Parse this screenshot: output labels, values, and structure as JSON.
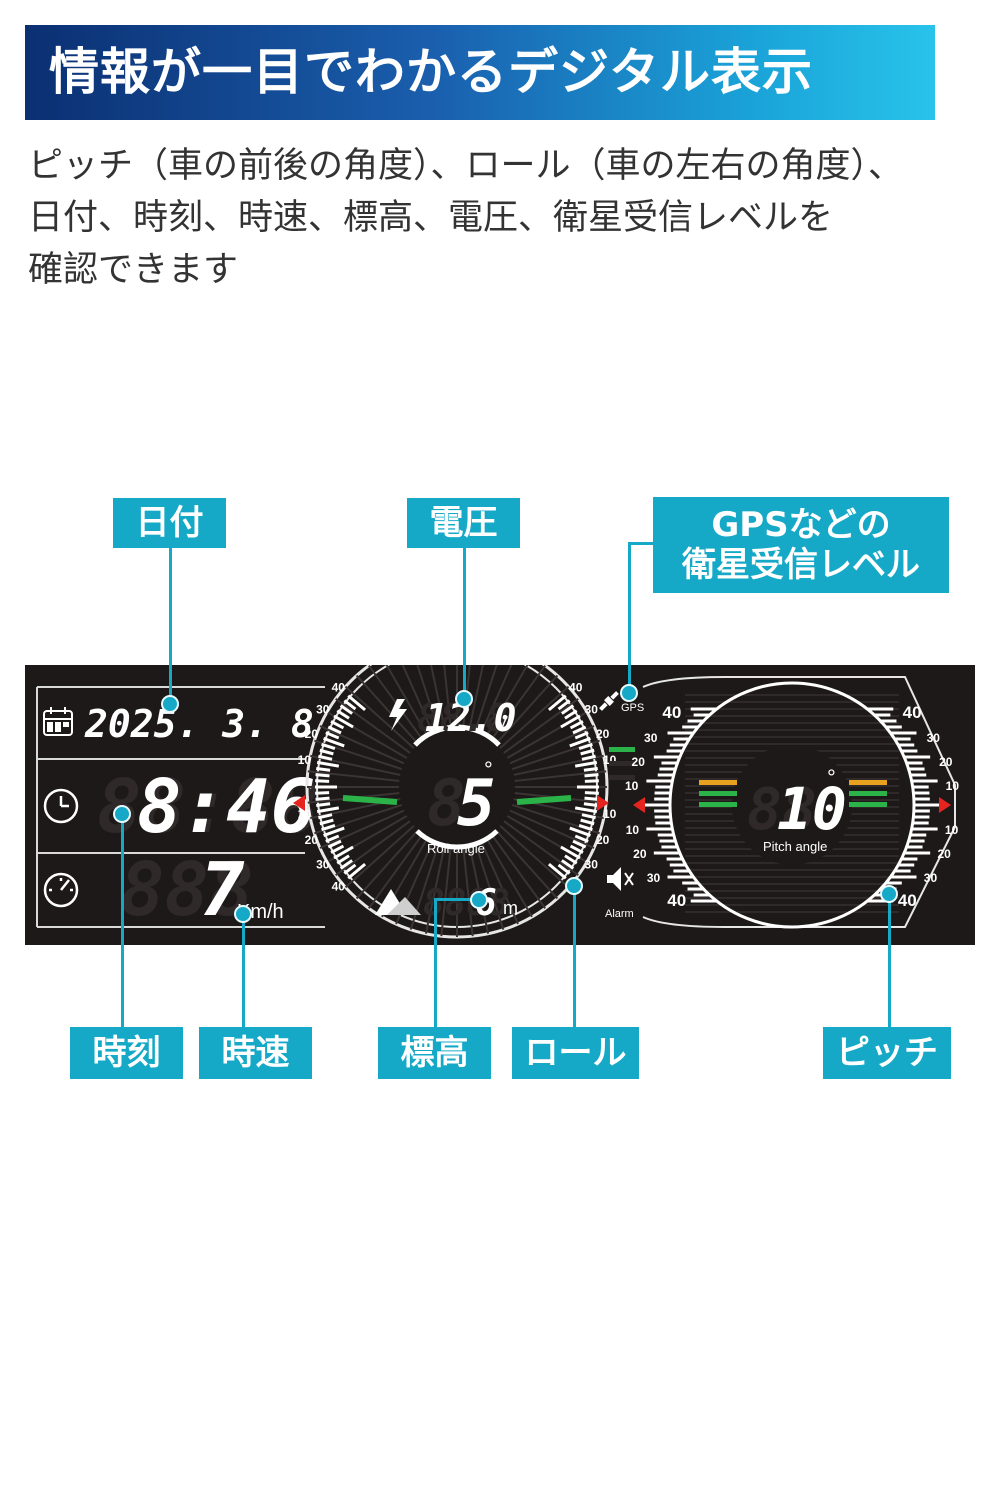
{
  "header": {
    "title": "情報が一目でわかるデジタル表示"
  },
  "description": [
    "ピッチ（車の前後の角度）、ロール（車の左右の角度）、",
    "日付、時刻、時速、標高、電圧、衛星受信レベルを",
    "確認できます"
  ],
  "labels": {
    "date": "日付",
    "voltage": "電圧",
    "gps_line1": "GPSなどの",
    "gps_line2": "衛星受信レベル",
    "time": "時刻",
    "speed": "時速",
    "altitude": "標高",
    "roll": "ロール",
    "pitch": "ピッチ"
  },
  "display": {
    "date": "2025. 3. 8",
    "time": "8:46",
    "speed": "7",
    "speed_unit": "Km/h",
    "voltage": "12.0",
    "voltage_unit": "V",
    "roll_value": "5",
    "roll_unit": "°",
    "roll_caption": "Roll angle",
    "altitude": "6",
    "altitude_unit": "m",
    "pitch_value": "10",
    "pitch_unit": "°",
    "pitch_caption": "Pitch angle",
    "gps_text": "GPS",
    "alarm_text": "Alarm",
    "scale_ticks": [
      "40",
      "30",
      "20",
      "10",
      "10",
      "20",
      "30",
      "40"
    ],
    "colors": {
      "accent": "#16a9c7",
      "panel": "#1d1918",
      "green": "#2bb34a",
      "orange": "#e9a21f",
      "red": "#e52420"
    }
  }
}
